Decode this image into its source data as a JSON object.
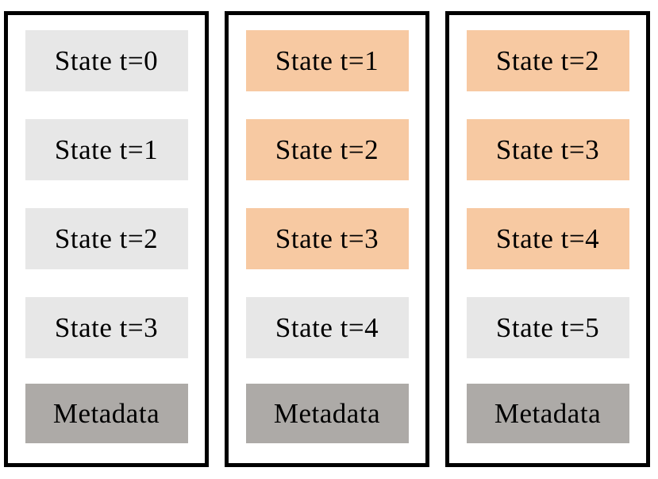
{
  "colors": {
    "background": "#ffffff",
    "panel_border": "#000000",
    "text": "#000000",
    "state_default_fill": "#e7e7e7",
    "state_highlight_fill": "#f7c9a2",
    "metadata_fill": "#adaaa7"
  },
  "panels": [
    {
      "name": "snapshot-1",
      "boxes": [
        {
          "label": "State t=0",
          "kind": "state",
          "highlighted": false
        },
        {
          "label": "State t=1",
          "kind": "state",
          "highlighted": false
        },
        {
          "label": "State t=2",
          "kind": "state",
          "highlighted": false
        },
        {
          "label": "State t=3",
          "kind": "state",
          "highlighted": false
        },
        {
          "label": "Metadata",
          "kind": "metadata",
          "highlighted": false
        }
      ]
    },
    {
      "name": "snapshot-2",
      "boxes": [
        {
          "label": "State t=1",
          "kind": "state",
          "highlighted": true
        },
        {
          "label": "State t=2",
          "kind": "state",
          "highlighted": true
        },
        {
          "label": "State t=3",
          "kind": "state",
          "highlighted": true
        },
        {
          "label": "State t=4",
          "kind": "state",
          "highlighted": false
        },
        {
          "label": "Metadata",
          "kind": "metadata",
          "highlighted": false
        }
      ]
    },
    {
      "name": "snapshot-3",
      "boxes": [
        {
          "label": "State t=2",
          "kind": "state",
          "highlighted": true
        },
        {
          "label": "State t=3",
          "kind": "state",
          "highlighted": true
        },
        {
          "label": "State t=4",
          "kind": "state",
          "highlighted": true
        },
        {
          "label": "State t=5",
          "kind": "state",
          "highlighted": false
        },
        {
          "label": "Metadata",
          "kind": "metadata",
          "highlighted": false
        }
      ]
    }
  ]
}
